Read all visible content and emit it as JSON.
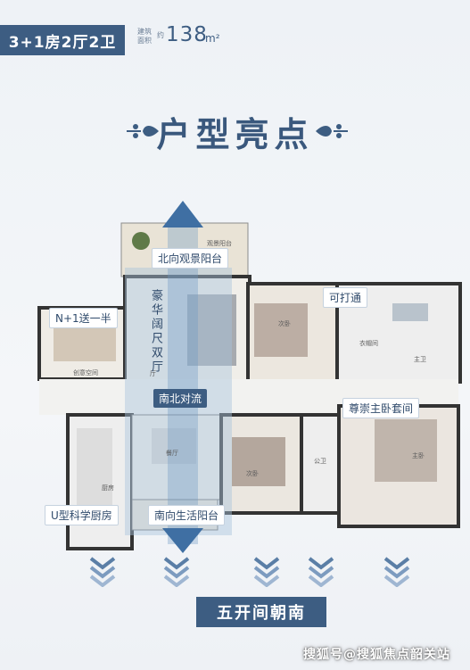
{
  "header": {
    "layout_tag": "3+1房2厅2卫",
    "area_label": "建筑面积",
    "area_unit_small": "约",
    "area_value": "138",
    "area_unit": "m²"
  },
  "title": "户型亮点",
  "labels": {
    "north_balcony": "北向观景阳台",
    "n_plus_one": "N+1送一半",
    "living": "豪华阔尺双厅",
    "open_wall": "可打通",
    "ns_flow": "南北对流",
    "master_suite": "尊崇主卧套间",
    "u_kitchen": "U型科学厨房",
    "south_balcony": "南向生活阳台"
  },
  "rooms": {
    "view_balcony": "观景阳台",
    "second_bed_1": "次卧",
    "closet": "衣帽间",
    "master_bath": "主卫",
    "creative": "创意空间",
    "dining": "餐厅",
    "second_bed_2": "次卧",
    "public_bath": "公卫",
    "master_bed": "主卧",
    "kitchen": "厨房",
    "hall": "厅"
  },
  "bottom_button": "五开间朝南",
  "watermark": "搜狐号@搜狐焦点韶关站",
  "colors": {
    "accent": "#3d5d82",
    "arrow": "#3f6fa3"
  }
}
